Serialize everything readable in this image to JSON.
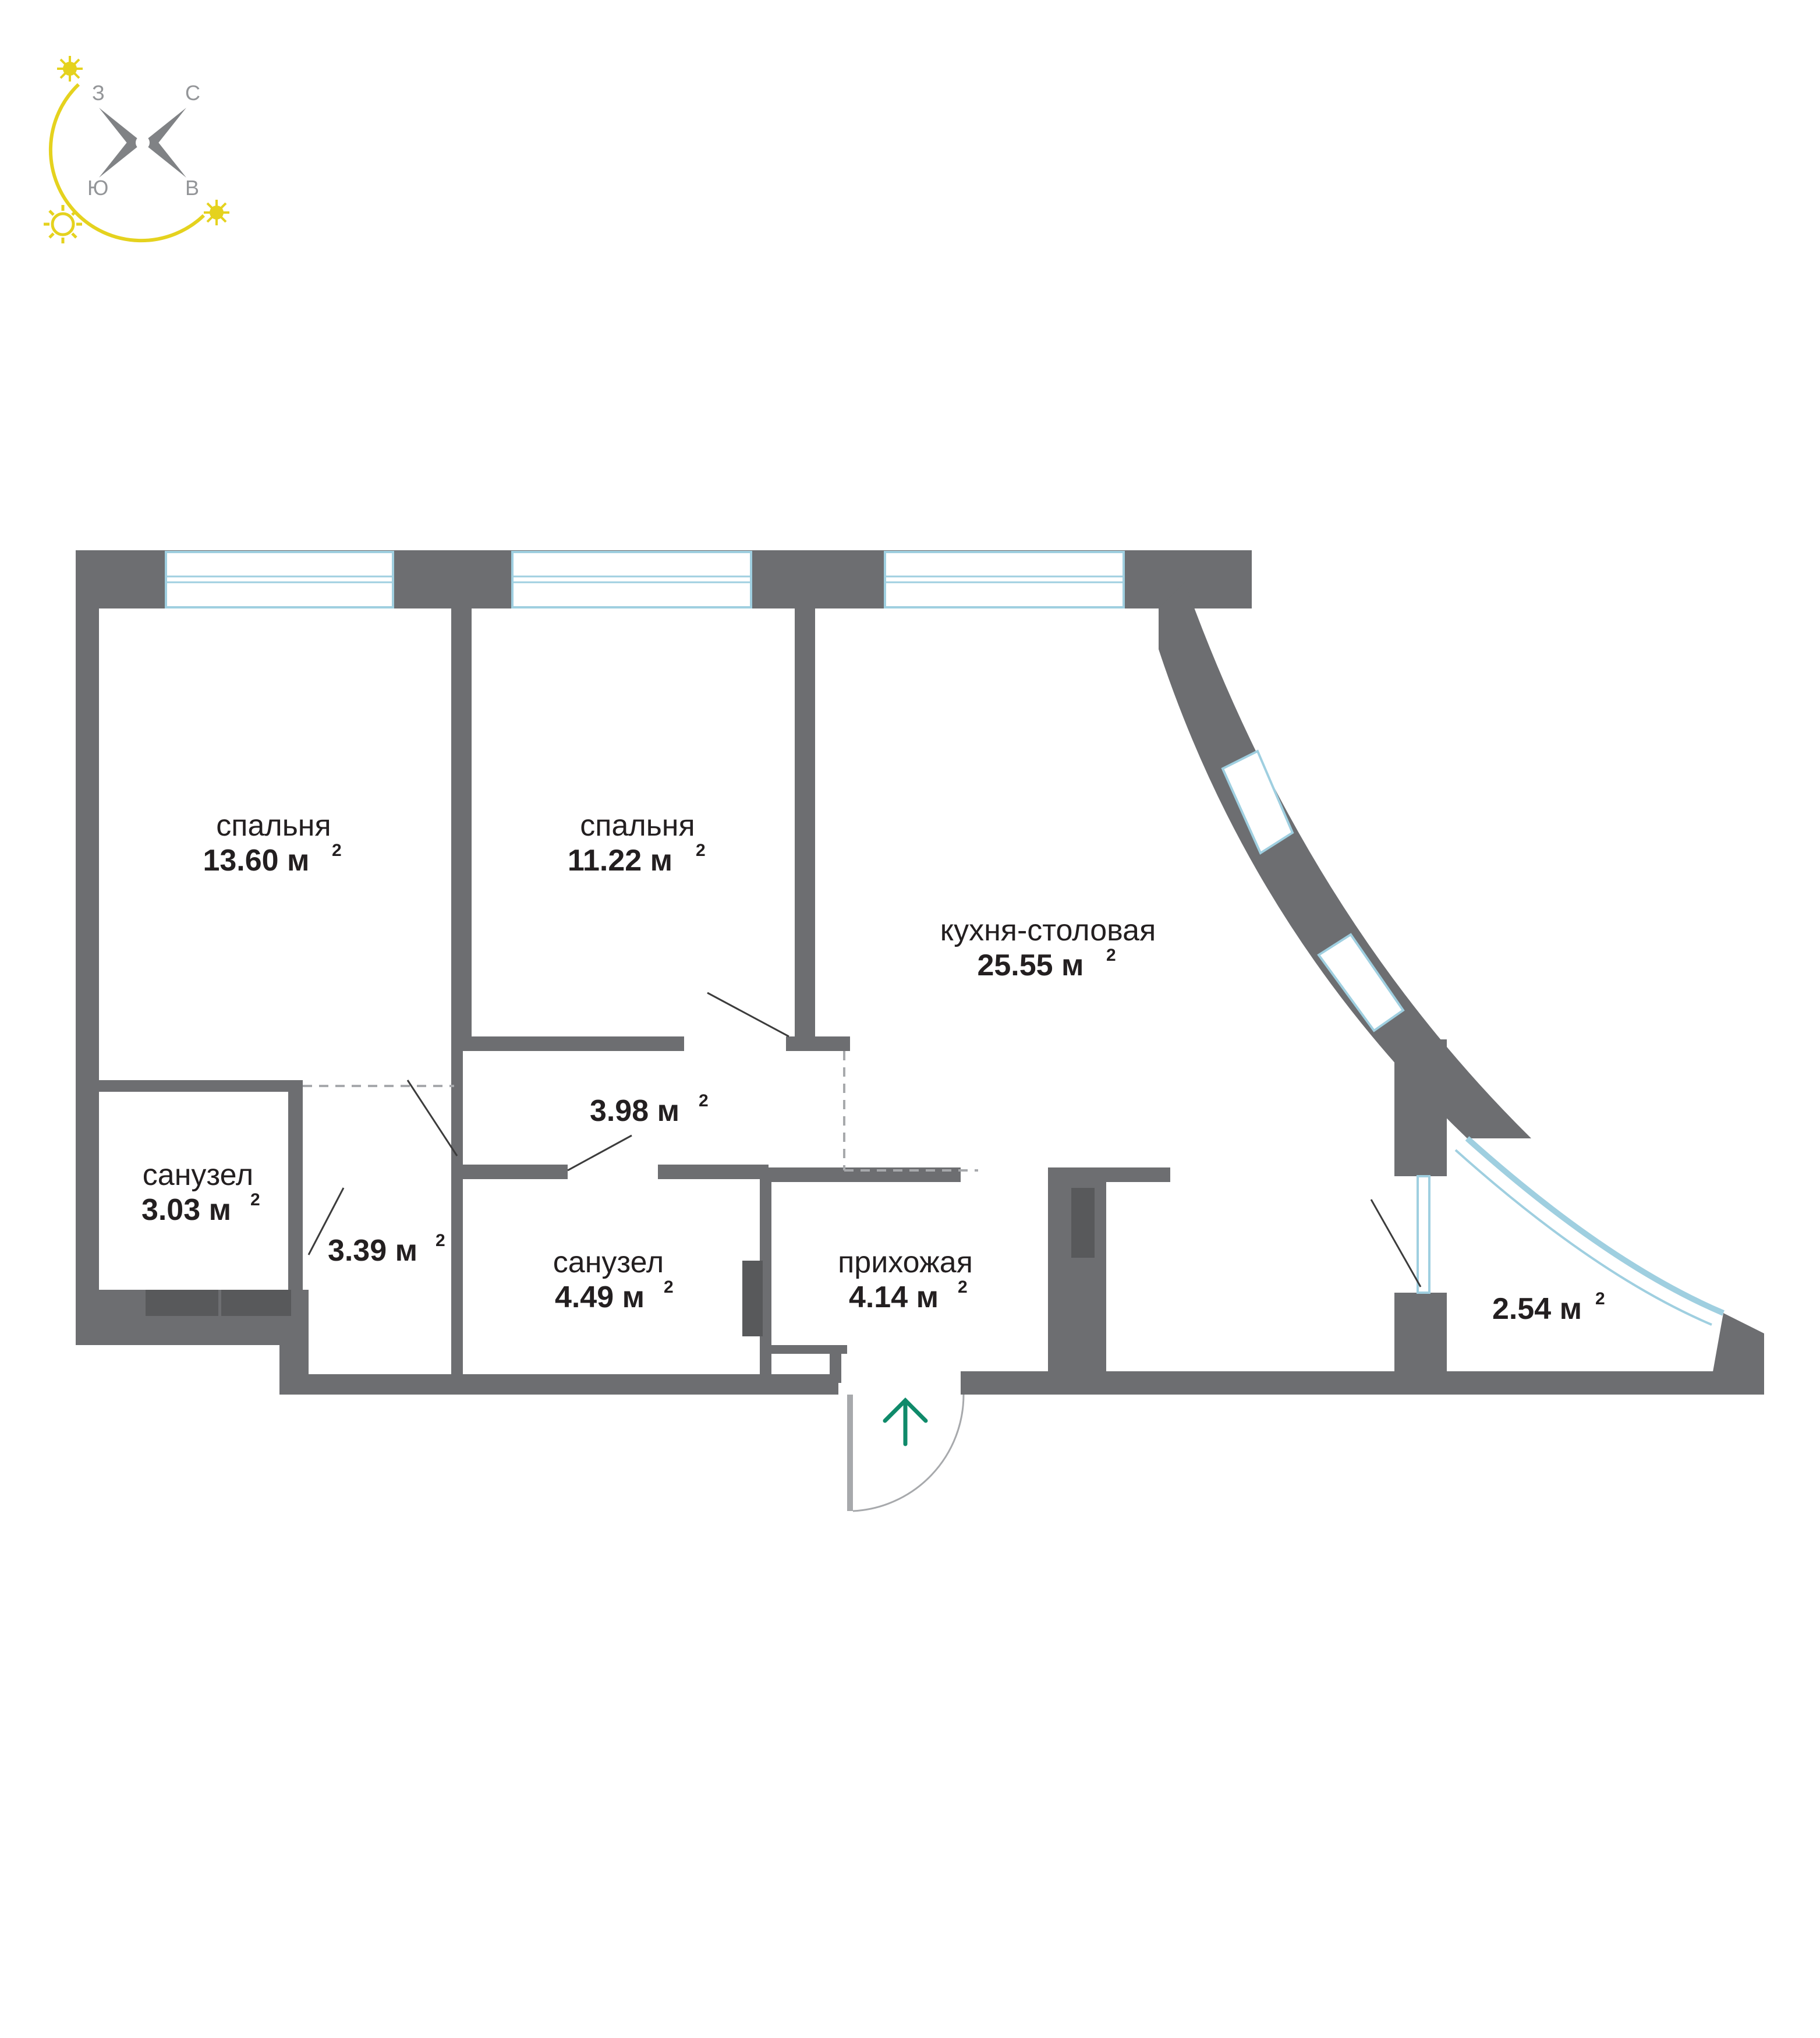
{
  "compass": {
    "north": "С",
    "west": "З",
    "south": "Ю",
    "east": "В",
    "sun_color": "#e5d21e",
    "rose_color": "#808285"
  },
  "rooms": [
    {
      "id": "bedroom1",
      "name": "спальня",
      "area": "13.60 м",
      "unit_sup": "2"
    },
    {
      "id": "bedroom2",
      "name": "спальня",
      "area": "11.22 м",
      "unit_sup": "2"
    },
    {
      "id": "kitchen",
      "name": "кухня-столовая",
      "area": "25.55 м",
      "unit_sup": "2"
    },
    {
      "id": "corridor",
      "name": "",
      "area": "3.98 м",
      "unit_sup": "2"
    },
    {
      "id": "bath1",
      "name": "санузел",
      "area": "3.03 м",
      "unit_sup": "2"
    },
    {
      "id": "closet",
      "name": "",
      "area": "3.39 м",
      "unit_sup": "2"
    },
    {
      "id": "bath2",
      "name": "санузел",
      "area": "4.49 м",
      "unit_sup": "2"
    },
    {
      "id": "hall",
      "name": "прихожая",
      "area": "4.14 м",
      "unit_sup": "2"
    },
    {
      "id": "balcony",
      "name": "",
      "area": "2.54 м",
      "unit_sup": "2"
    }
  ],
  "entrance": {
    "icon": "arrow-up-icon",
    "color": "#0f8a6a"
  },
  "colors": {
    "wall": "#6d6e71",
    "window": "#9fcfe0"
  }
}
